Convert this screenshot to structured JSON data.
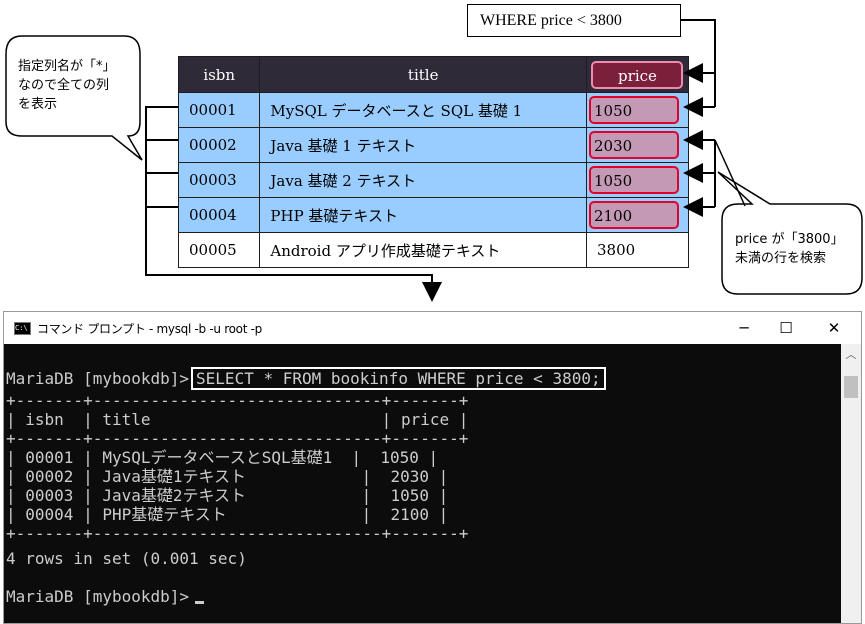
{
  "diagram": {
    "where_clause": "WHERE price < 3800",
    "table": {
      "columns": [
        "isbn",
        "title",
        "price"
      ],
      "rows": [
        {
          "isbn": "00001",
          "title": "MySQL データベースと SQL 基礎 1",
          "price": "1050",
          "highlight": true
        },
        {
          "isbn": "00002",
          "title": "Java 基礎 1 テキスト",
          "price": "2030",
          "highlight": true
        },
        {
          "isbn": "00003",
          "title": "Java 基礎 2 テキスト",
          "price": "1050",
          "highlight": true
        },
        {
          "isbn": "00004",
          "title": "PHP 基礎テキスト",
          "price": "2100",
          "highlight": true
        },
        {
          "isbn": "00005",
          "title": "Android アプリ作成基礎テキスト",
          "price": "3800",
          "highlight": false
        }
      ]
    },
    "bubble_left": {
      "line1": "指定列名が「*」",
      "line2": "なので全ての列",
      "line3": "を表示"
    },
    "bubble_right": {
      "line1": "price が「3800」",
      "line2": "未満の行を検索"
    }
  },
  "window": {
    "title": "コマンド プロンプト - mysql  -b -u root -p",
    "icon_label": "C:\\",
    "minimize_glyph": "─",
    "maximize_glyph": "☐",
    "close_glyph": "✕"
  },
  "console": {
    "prompt": "MariaDB [mybookdb]>",
    "command": "SELECT * FROM bookinfo WHERE price < 3800;",
    "separator": "+-------+------------------------------+-------+",
    "header": "| isbn  | title                        | price |",
    "result_rows": [
      "| 00001 | MySQLデータベースとSQL基礎1  |  1050 |",
      "| 00002 | Java基礎1テキスト            |  2030 |",
      "| 00003 | Java基礎2テキスト            |  1050 |",
      "| 00004 | PHP基礎テキスト              |  2100 |"
    ],
    "summary": "4 rows in set (0.001 sec)",
    "final_prompt": "MariaDB [mybookdb]>"
  },
  "colors": {
    "highlight_row": "#99ccff",
    "header_bg": "#2e2a37",
    "price_border": "#e0002a",
    "console_bg": "#0c0c0c"
  }
}
